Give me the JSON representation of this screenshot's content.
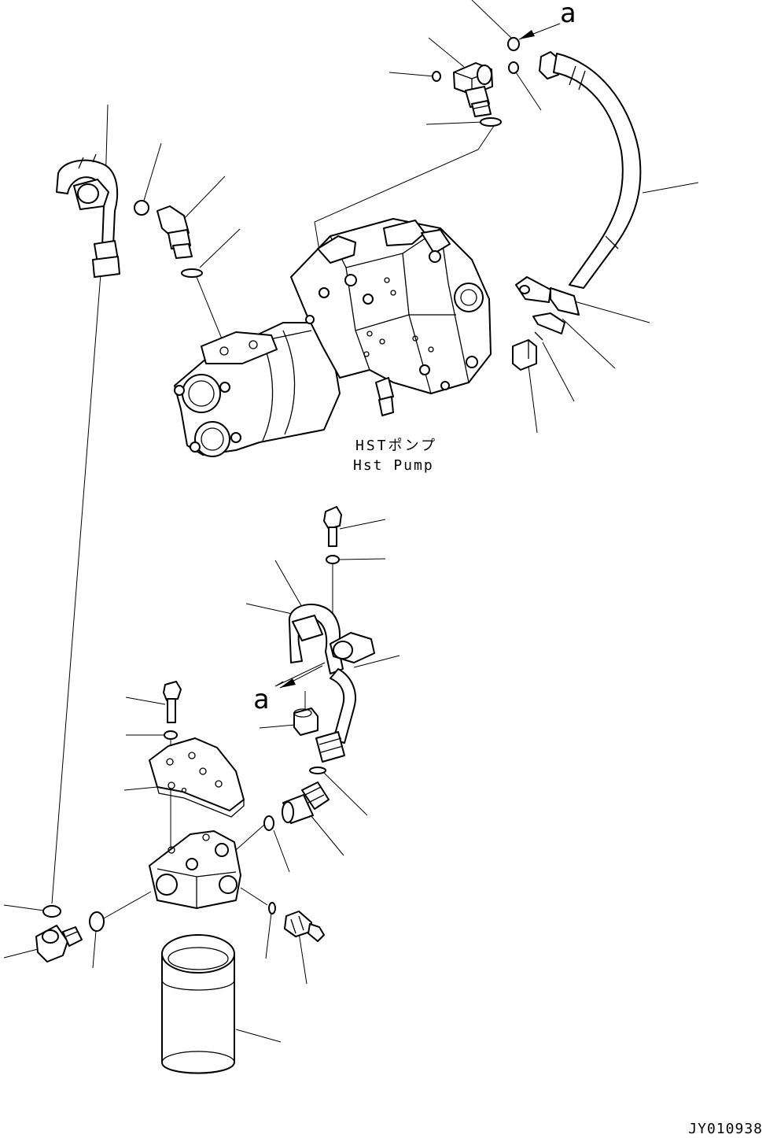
{
  "diagram": {
    "pump_label_jp": "HSTポンプ",
    "pump_label_en": "Hst Pump",
    "ref_marker_top": "a",
    "ref_marker_mid": "a",
    "figure_code": "JY010938"
  }
}
